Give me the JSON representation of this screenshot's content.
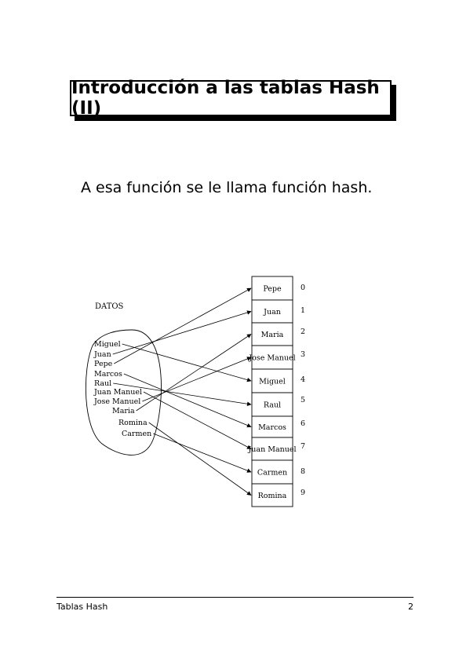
{
  "title": "Introducción a las tablas Hash (II)",
  "subtitle": "A esa función se le llama función hash.",
  "diagram": {
    "data_set_label": "DATOS",
    "data_items": [
      "Miguel",
      "Juan",
      "Pepe",
      "Marcos",
      "Raul",
      "Juan Manuel",
      "Jose Manuel",
      "Maria",
      "Romina",
      "Carmen"
    ],
    "table_slots": [
      "Pepe",
      "Juan",
      "Maria",
      "Jose Manuel",
      "Miguel",
      "Raul",
      "Marcos",
      "Juan Manuel",
      "Carmen",
      "Romina"
    ],
    "indices": [
      "0",
      "1",
      "2",
      "3",
      "4",
      "5",
      "6",
      "7",
      "8",
      "9"
    ],
    "mappings": [
      {
        "from": "Miguel",
        "to_index": 4
      },
      {
        "from": "Juan",
        "to_index": 1
      },
      {
        "from": "Pepe",
        "to_index": 0
      },
      {
        "from": "Marcos",
        "to_index": 6
      },
      {
        "from": "Raul",
        "to_index": 5
      },
      {
        "from": "Juan Manuel",
        "to_index": 7
      },
      {
        "from": "Jose Manuel",
        "to_index": 3
      },
      {
        "from": "Maria",
        "to_index": 2
      },
      {
        "from": "Romina",
        "to_index": 9
      },
      {
        "from": "Carmen",
        "to_index": 8
      }
    ]
  },
  "footer": {
    "left": "Tablas Hash",
    "page_number": "2"
  }
}
